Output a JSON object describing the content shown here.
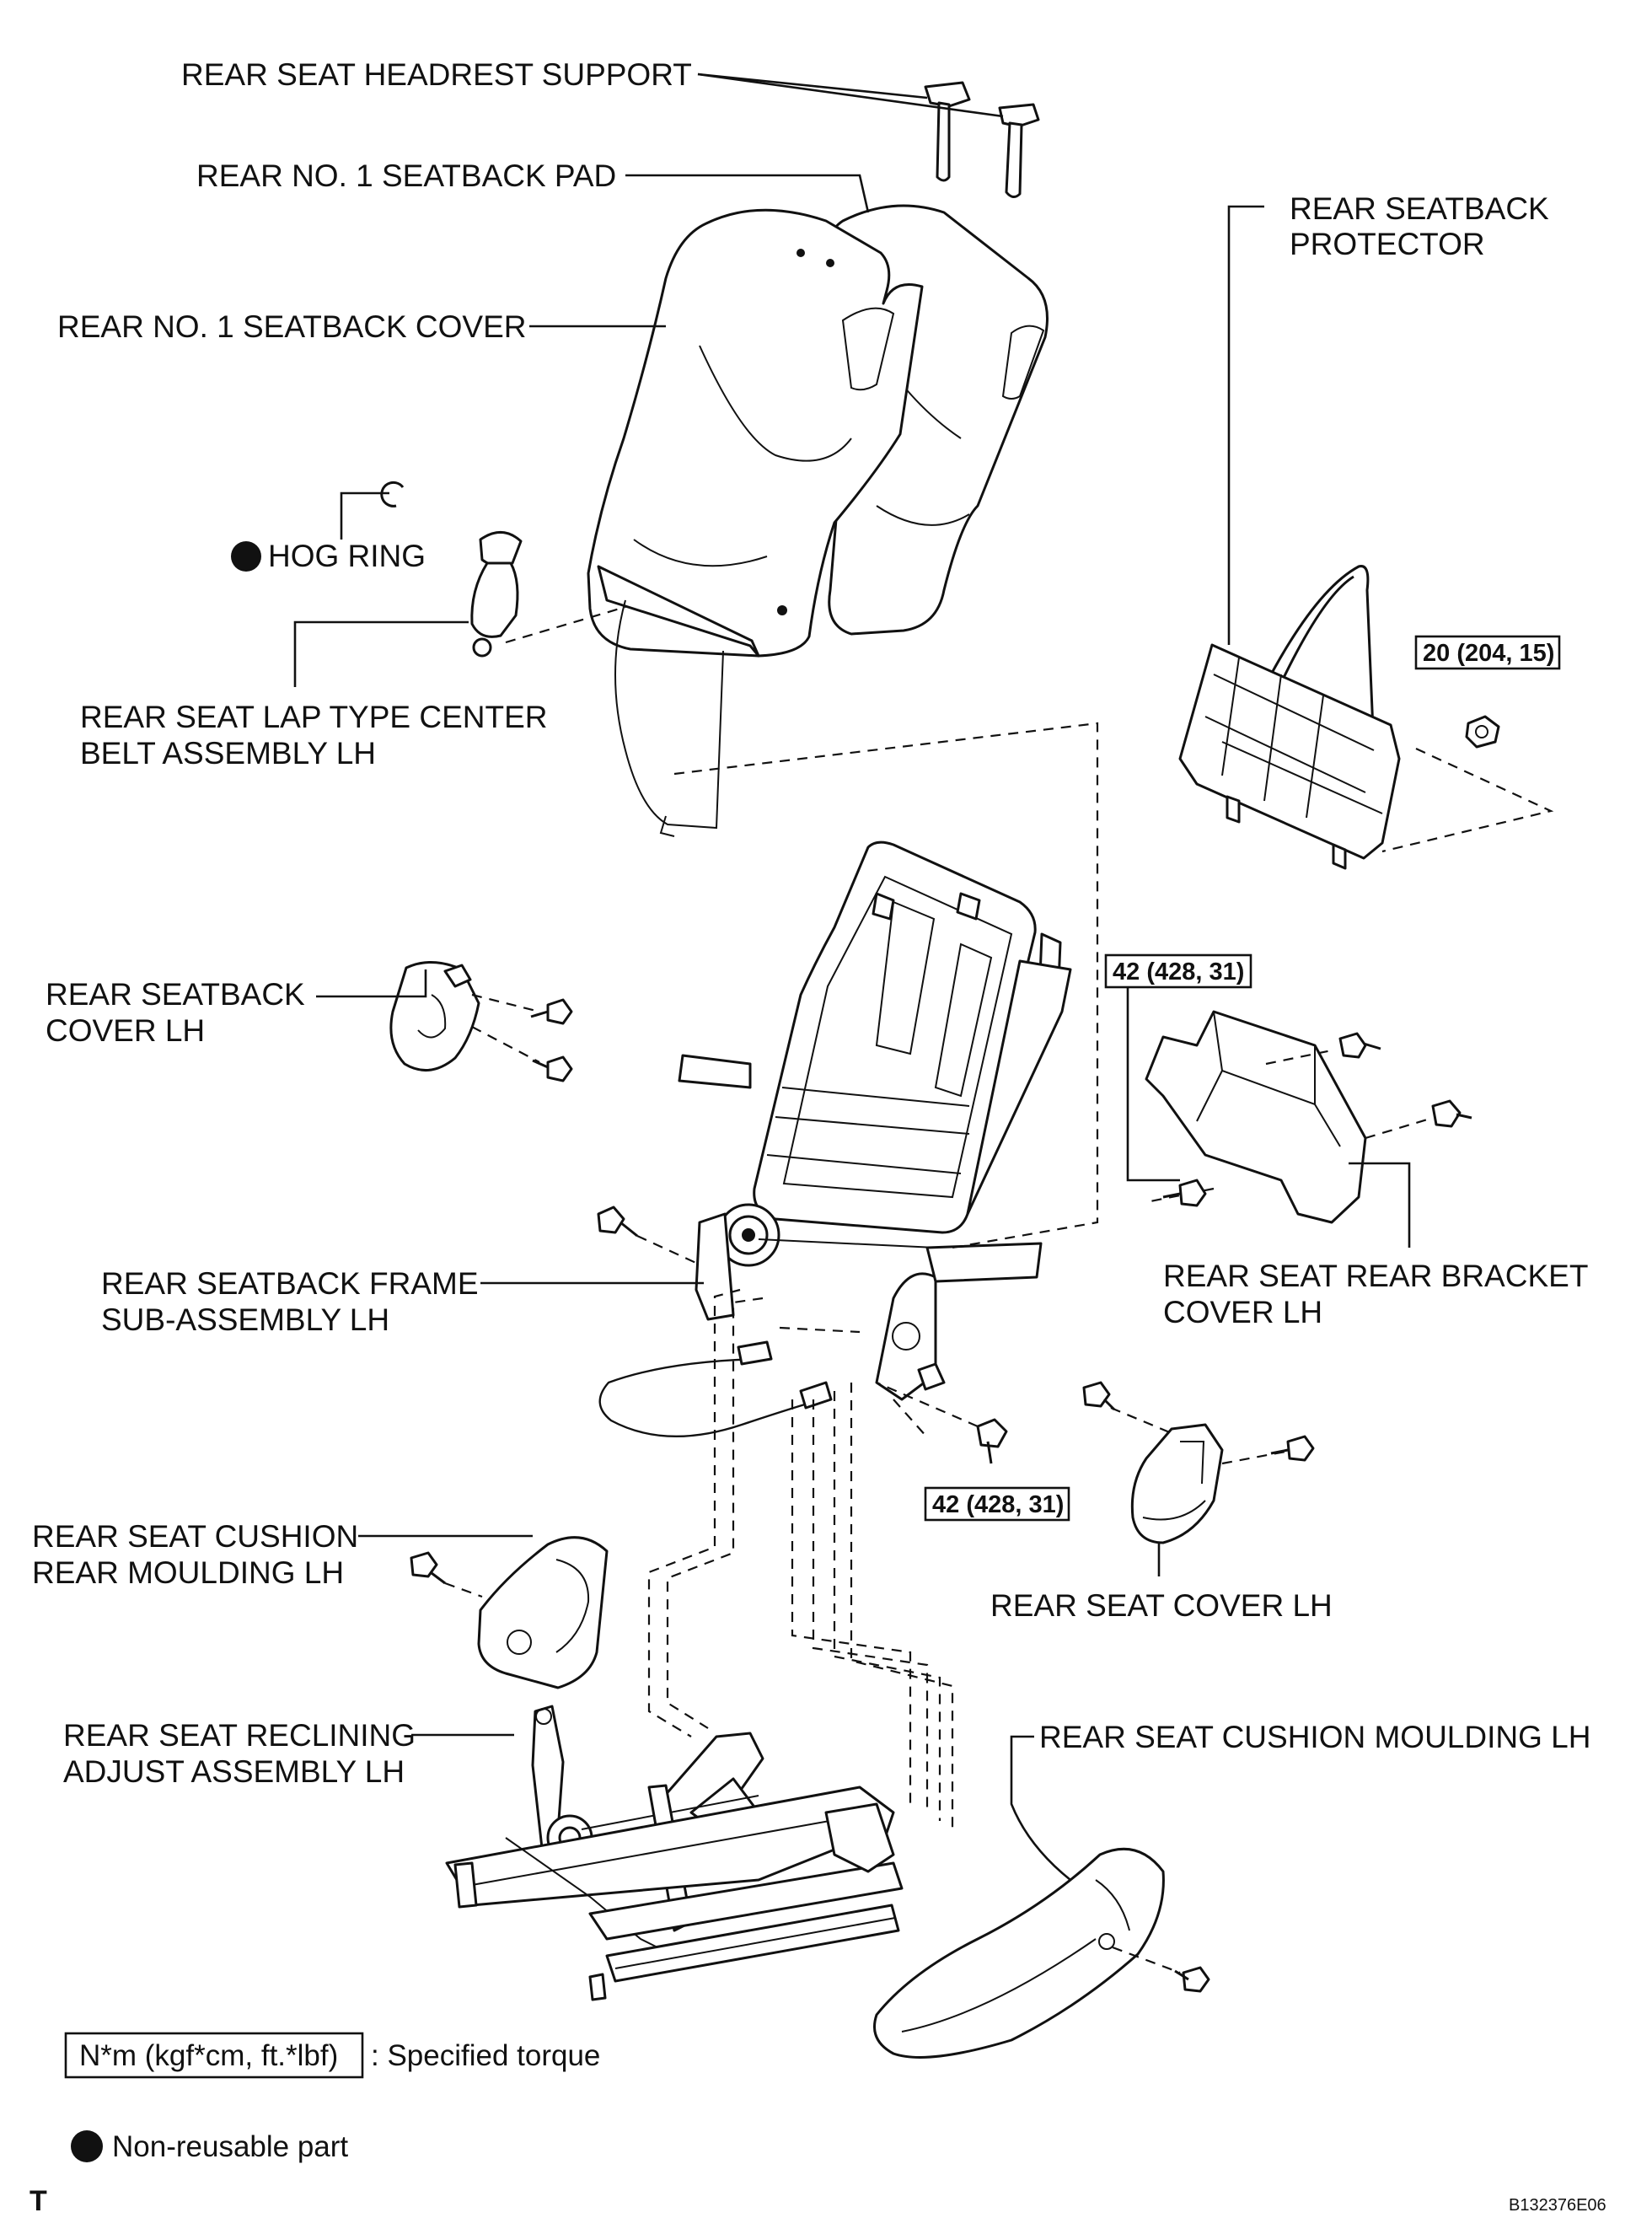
{
  "labels": {
    "headrest_support": "REAR SEAT HEADREST SUPPORT",
    "seatback_pad": "REAR NO. 1 SEATBACK PAD",
    "seatback_cover": "REAR NO. 1 SEATBACK COVER",
    "seatback_protector_l1": "REAR SEATBACK",
    "seatback_protector_l2": "PROTECTOR",
    "hog_ring": "HOG RING",
    "center_belt_l1": "REAR SEAT LAP TYPE CENTER",
    "center_belt_l2": "BELT ASSEMBLY LH",
    "seatback_cover_lh_l1": "REAR SEATBACK",
    "seatback_cover_lh_l2": "COVER LH",
    "frame_l1": "REAR SEATBACK FRAME",
    "frame_l2": "SUB-ASSEMBLY LH",
    "rear_bracket_l1": "REAR SEAT REAR BRACKET",
    "rear_bracket_l2": "COVER LH",
    "cushion_rear_moulding_l1": "REAR SEAT CUSHION",
    "cushion_rear_moulding_l2": "REAR MOULDING LH",
    "seat_cover_lh": "REAR SEAT COVER LH",
    "reclining_l1": "REAR SEAT RECLINING",
    "reclining_l2": "ADJUST ASSEMBLY LH",
    "cushion_moulding": "REAR SEAT CUSHION MOULDING LH"
  },
  "torques": {
    "protector": "20 (204, 15)",
    "bracket": "42 (428, 31)",
    "frame_bottom": "42 (428, 31)"
  },
  "legend": {
    "torque_unit": "N*m (kgf*cm, ft.*lbf)",
    "torque_desc": ": Specified torque",
    "nonreusable": "Non-reusable part"
  },
  "corner_mark": "T",
  "figure_code": "B132376E06",
  "colors": {
    "ink": "#111111",
    "paper": "#ffffff"
  }
}
